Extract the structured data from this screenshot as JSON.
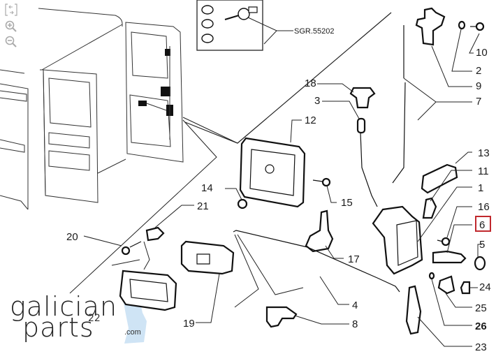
{
  "viewer": {
    "controls": [
      {
        "name": "fit-screen",
        "icon": "fit-screen-icon"
      },
      {
        "name": "zoom-in",
        "icon": "zoom-in-icon"
      },
      {
        "name": "zoom-out",
        "icon": "zoom-out-icon"
      }
    ]
  },
  "diagram": {
    "kit_reference": "SGR.55202",
    "highlight_color": "#c0282d",
    "highlighted_part": "6",
    "callouts": {
      "c1": "1",
      "c2": "2",
      "c3": "3",
      "c4": "4",
      "c5": "5",
      "c6": "6",
      "c7": "7",
      "c8": "8",
      "c9": "9",
      "c10": "10",
      "c11": "11",
      "c12": "12",
      "c13": "13",
      "c14": "14",
      "c15": "15",
      "c16": "16",
      "c17": "17",
      "c18": "18",
      "c19": "19",
      "c20": "20",
      "c21": "21",
      "c23": "23",
      "c24": "24",
      "c25": "25",
      "c26": "26"
    }
  },
  "watermark": {
    "line1": "galician",
    "line2": "parts",
    "number": "22",
    "tld": ".com",
    "accent_color": "#cfe4f5"
  }
}
